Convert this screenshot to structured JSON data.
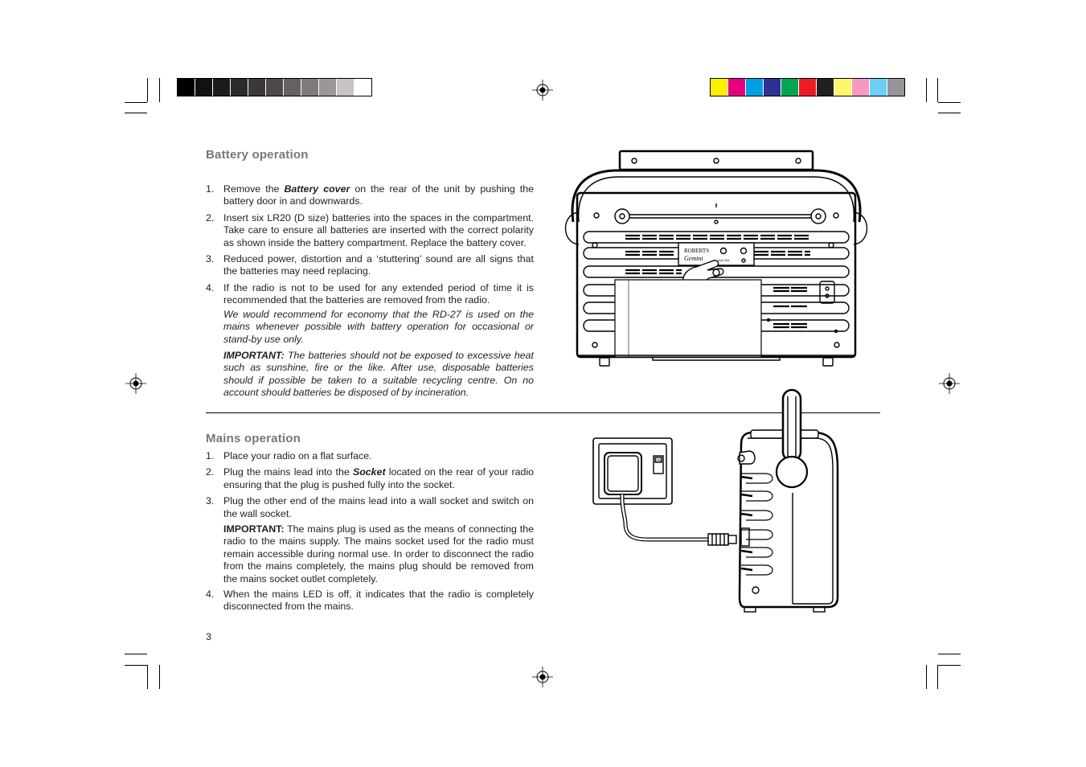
{
  "colors": {
    "heading": "#777777",
    "gray_swatches": [
      "#000000",
      "#111111",
      "#1c1c1c",
      "#2a2a2a",
      "#3a3838",
      "#4e4848",
      "#666060",
      "#807a7a",
      "#9c9696",
      "#c8c2c2",
      "#ffffff"
    ],
    "color_swatches": [
      "#ffee00",
      "#e6007e",
      "#00a0e3",
      "#2e3192",
      "#00a650",
      "#ed1c24",
      "#231f20",
      "#fff56b",
      "#f49ac1",
      "#6dcff6",
      "#939598"
    ]
  },
  "battery": {
    "heading": "Battery  operation",
    "steps": [
      {
        "num": "1.",
        "pre": "Remove  the ",
        "bold": "Battery cover",
        "post": " on the rear of the unit by pushing the battery  door  in  and  downwards."
      },
      {
        "num": "2.",
        "text": "Insert six  LR20 (D size) batteries into the spaces in the compartment. Take care to ensure all batteries are inserted with the correct polarity as shown inside the battery compartment. Replace the battery cover."
      },
      {
        "num": "3.",
        "text": "Reduced power, distortion  and a ‘stuttering’ sound are all signs that the batteries may need replacing."
      },
      {
        "num": "4.",
        "text": "If the radio is not to be used for any extended period of time it is recommended that the batteries are removed from the radio."
      }
    ],
    "recommend": "We would recommend for economy that the RD-27 is used on the mains whenever possible with battery operation for occasional or stand-by  use  only.",
    "important_label": "IMPORTANT:",
    "important_text": " The batteries should not be exposed to excessive heat  such  as  sunshine,  fire  or  the  like.  After  use,  disposable batteries  should  if possible be taken to a suitable recycling centre. On  no  account  should  batteries  be  disposed  of  by  incineration."
  },
  "mains": {
    "heading": "Mains  operation",
    "steps": [
      {
        "num": "1.",
        "text": "Place  your  radio  on  a  flat  surface."
      },
      {
        "num": "2.",
        "pre": "Plug the mains lead into the ",
        "bold": "Socket",
        "post": " located on the rear of your radio ensuring that the plug is pushed fully into the socket."
      },
      {
        "num": "3.",
        "text": "Plug the other end of the mains lead into a wall socket and switch on  the  wall  socket."
      }
    ],
    "important_label": "IMPORTANT:",
    "important_text": " The mains plug is used as the means of connecting the radio to the mains supply. The mains socket used for the radio must remain accessible during normal use. In order to disconnect the radio from the mains completely, the mains plug should be removed from  the  mains  socket  outlet  completely.",
    "step4": {
      "num": "4.",
      "text": "When the mains LED is off, it indicates that the radio is completely disconnected  from  the  mains."
    }
  },
  "figure_rear": {
    "brand": "ROBERTS",
    "model": "Gemini",
    "label_small": "Aux Out"
  },
  "figure_side": {
    "switch_label": "ON"
  },
  "page_number": "3"
}
